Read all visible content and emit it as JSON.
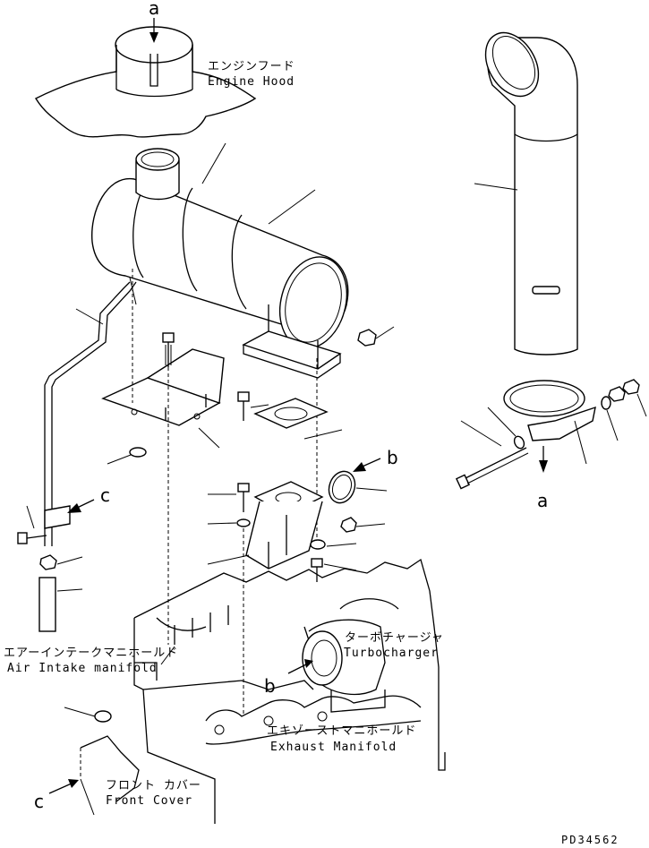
{
  "labels": {
    "engine_hood_jp": "エンジンフード",
    "engine_hood_en": "Engine Hood",
    "air_intake_jp": "エアーインテークマニホールド",
    "air_intake_en": "Air Intake manifold",
    "turbo_jp": "ターボチャージャ",
    "turbo_en": "Turbocharger",
    "exhaust_jp": "エキゾーストマニホールド",
    "exhaust_en": "Exhaust Manifold",
    "front_cover_jp": "フロント カバー",
    "front_cover_en": "Front Cover"
  },
  "callouts": {
    "a": "a",
    "b": "b",
    "c": "c"
  },
  "drawing_code": "PD34562"
}
